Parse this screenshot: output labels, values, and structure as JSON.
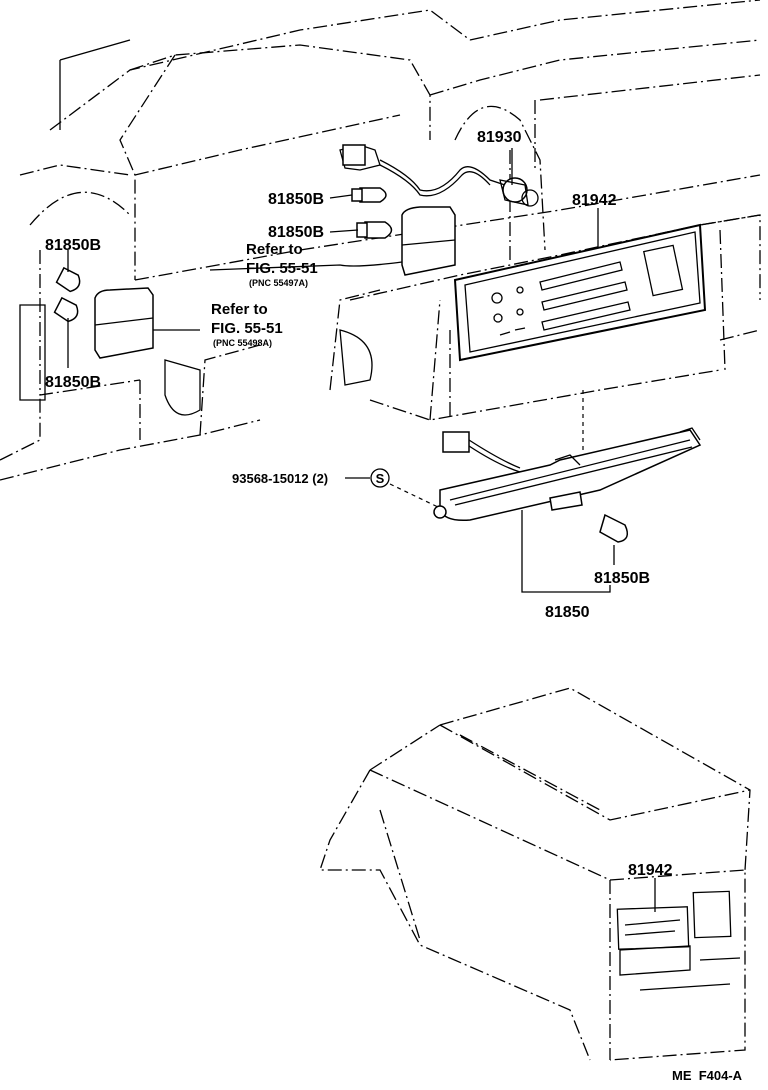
{
  "labels": {
    "p81930": "81930",
    "p81942_top": "81942",
    "p81850b_a": "81850B",
    "p81850b_b": "81850B",
    "p81850b_left_top": "81850B",
    "p81850b_left_bottom": "81850B",
    "p81850b_lower": "81850B",
    "p81850": "81850",
    "p81942_bottom": "81942",
    "screw": "93568-15012 (2)",
    "screw_symbol": "S"
  },
  "refs": {
    "ref1_line1": "Refer to",
    "ref1_line2": "FIG. 55-51",
    "ref1_pnc": "(PNC 55497A)",
    "ref2_line1": "Refer to",
    "ref2_line2": "FIG. 55-51",
    "ref2_pnc": "(PNC 55498A)"
  },
  "footer": {
    "code": "ME  F404-A"
  }
}
